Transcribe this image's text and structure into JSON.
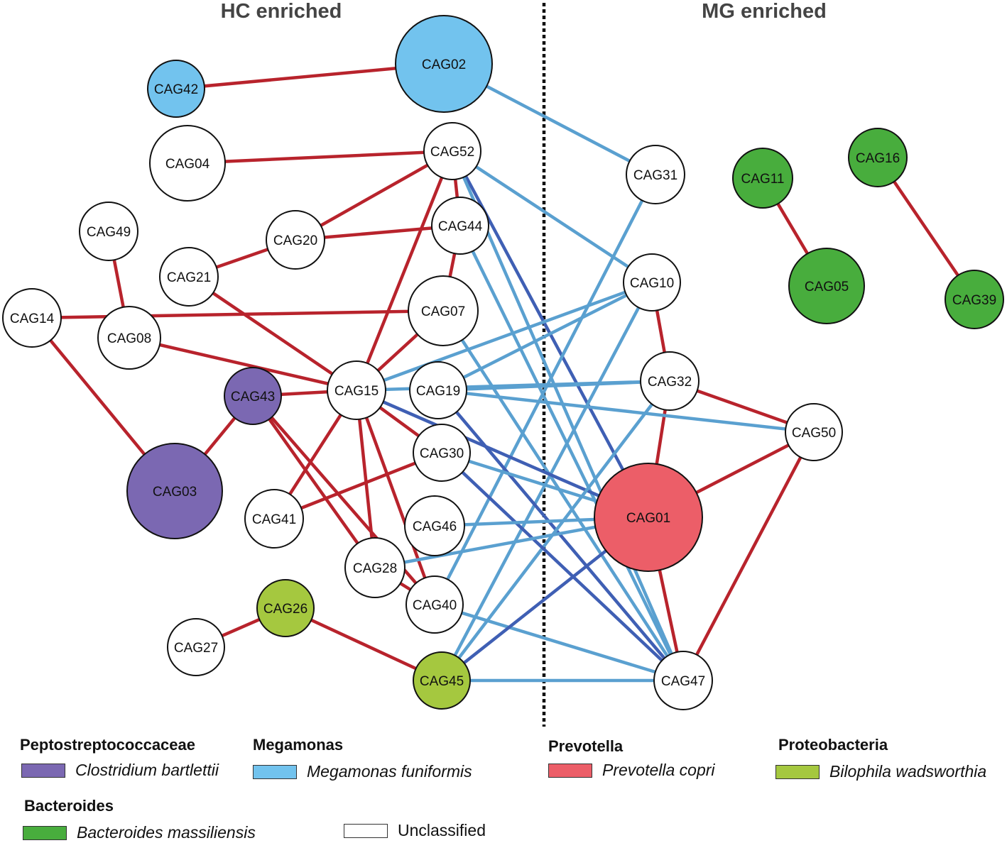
{
  "headings": {
    "left": "HC enriched",
    "right": "MG enriched"
  },
  "colors": {
    "positive_edge": "#b8232c",
    "negative_edge_light": "#5aa0d0",
    "negative_edge_dark": "#3f5fb4",
    "clostridium": "#7b68b2",
    "megamonas": "#72c3ee",
    "prevotella": "#ec5e68",
    "bilophila": "#a5c83f",
    "bacteroides": "#48ad3d",
    "unclassified": "#ffffff"
  },
  "nodes": [
    {
      "id": "CAG02",
      "label": "CAG02",
      "group": "megamonas"
    },
    {
      "id": "CAG42",
      "label": "CAG42",
      "group": "megamonas"
    },
    {
      "id": "CAG04",
      "label": "CAG04",
      "group": "unclassified"
    },
    {
      "id": "CAG52",
      "label": "CAG52",
      "group": "unclassified"
    },
    {
      "id": "CAG31",
      "label": "CAG31",
      "group": "unclassified"
    },
    {
      "id": "CAG11",
      "label": "CAG11",
      "group": "bacteroides"
    },
    {
      "id": "CAG16",
      "label": "CAG16",
      "group": "bacteroides"
    },
    {
      "id": "CAG05",
      "label": "CAG05",
      "group": "bacteroides"
    },
    {
      "id": "CAG39",
      "label": "CAG39",
      "group": "bacteroides"
    },
    {
      "id": "CAG49",
      "label": "CAG49",
      "group": "unclassified"
    },
    {
      "id": "CAG20",
      "label": "CAG20",
      "group": "unclassified"
    },
    {
      "id": "CAG44",
      "label": "CAG44",
      "group": "unclassified"
    },
    {
      "id": "CAG21",
      "label": "CAG21",
      "group": "unclassified"
    },
    {
      "id": "CAG10",
      "label": "CAG10",
      "group": "unclassified"
    },
    {
      "id": "CAG14",
      "label": "CAG14",
      "group": "unclassified"
    },
    {
      "id": "CAG08",
      "label": "CAG08",
      "group": "unclassified"
    },
    {
      "id": "CAG07",
      "label": "CAG07",
      "group": "unclassified"
    },
    {
      "id": "CAG43",
      "label": "CAG43",
      "group": "clostridium"
    },
    {
      "id": "CAG15",
      "label": "CAG15",
      "group": "unclassified"
    },
    {
      "id": "CAG19",
      "label": "CAG19",
      "group": "unclassified"
    },
    {
      "id": "CAG32",
      "label": "CAG32",
      "group": "unclassified"
    },
    {
      "id": "CAG50",
      "label": "CAG50",
      "group": "unclassified"
    },
    {
      "id": "CAG30",
      "label": "CAG30",
      "group": "unclassified"
    },
    {
      "id": "CAG03",
      "label": "CAG03",
      "group": "clostridium"
    },
    {
      "id": "CAG41",
      "label": "CAG41",
      "group": "unclassified"
    },
    {
      "id": "CAG46",
      "label": "CAG46",
      "group": "unclassified"
    },
    {
      "id": "CAG01",
      "label": "CAG01",
      "group": "prevotella"
    },
    {
      "id": "CAG28",
      "label": "CAG28",
      "group": "unclassified"
    },
    {
      "id": "CAG40",
      "label": "CAG40",
      "group": "unclassified"
    },
    {
      "id": "CAG26",
      "label": "CAG26",
      "group": "bilophila"
    },
    {
      "id": "CAG27",
      "label": "CAG27",
      "group": "unclassified"
    },
    {
      "id": "CAG45",
      "label": "CAG45",
      "group": "bilophila"
    },
    {
      "id": "CAG47",
      "label": "CAG47",
      "group": "unclassified"
    }
  ],
  "edges": [
    {
      "source": "CAG42",
      "target": "CAG02",
      "kind": "positive"
    },
    {
      "source": "CAG04",
      "target": "CAG52",
      "kind": "positive"
    },
    {
      "source": "CAG52",
      "target": "CAG20",
      "kind": "positive"
    },
    {
      "source": "CAG52",
      "target": "CAG15",
      "kind": "positive"
    },
    {
      "source": "CAG52",
      "target": "CAG44",
      "kind": "positive"
    },
    {
      "source": "CAG44",
      "target": "CAG20",
      "kind": "positive"
    },
    {
      "source": "CAG44",
      "target": "CAG07",
      "kind": "positive"
    },
    {
      "source": "CAG20",
      "target": "CAG21",
      "kind": "positive"
    },
    {
      "source": "CAG21",
      "target": "CAG15",
      "kind": "positive"
    },
    {
      "source": "CAG49",
      "target": "CAG08",
      "kind": "positive"
    },
    {
      "source": "CAG14",
      "target": "CAG07",
      "kind": "positive"
    },
    {
      "source": "CAG14",
      "target": "CAG03",
      "kind": "positive"
    },
    {
      "source": "CAG08",
      "target": "CAG15",
      "kind": "positive"
    },
    {
      "source": "CAG43",
      "target": "CAG15",
      "kind": "positive"
    },
    {
      "source": "CAG43",
      "target": "CAG03",
      "kind": "positive"
    },
    {
      "source": "CAG43",
      "target": "CAG28",
      "kind": "positive"
    },
    {
      "source": "CAG43",
      "target": "CAG40",
      "kind": "positive"
    },
    {
      "source": "CAG07",
      "target": "CAG15",
      "kind": "positive"
    },
    {
      "source": "CAG15",
      "target": "CAG41",
      "kind": "positive"
    },
    {
      "source": "CAG15",
      "target": "CAG28",
      "kind": "positive"
    },
    {
      "source": "CAG15",
      "target": "CAG40",
      "kind": "positive"
    },
    {
      "source": "CAG15",
      "target": "CAG30",
      "kind": "positive"
    },
    {
      "source": "CAG30",
      "target": "CAG41",
      "kind": "positive"
    },
    {
      "source": "CAG28",
      "target": "CAG40",
      "kind": "positive"
    },
    {
      "source": "CAG26",
      "target": "CAG27",
      "kind": "positive"
    },
    {
      "source": "CAG26",
      "target": "CAG45",
      "kind": "positive"
    },
    {
      "source": "CAG11",
      "target": "CAG05",
      "kind": "positive"
    },
    {
      "source": "CAG16",
      "target": "CAG39",
      "kind": "positive"
    },
    {
      "source": "CAG10",
      "target": "CAG32",
      "kind": "positive"
    },
    {
      "source": "CAG32",
      "target": "CAG01",
      "kind": "positive"
    },
    {
      "source": "CAG32",
      "target": "CAG50",
      "kind": "positive"
    },
    {
      "source": "CAG50",
      "target": "CAG01",
      "kind": "positive"
    },
    {
      "source": "CAG50",
      "target": "CAG47",
      "kind": "positive"
    },
    {
      "source": "CAG01",
      "target": "CAG47",
      "kind": "positive"
    },
    {
      "source": "CAG02",
      "target": "CAG31",
      "kind": "negative"
    },
    {
      "source": "CAG52",
      "target": "CAG10",
      "kind": "negative"
    },
    {
      "source": "CAG52",
      "target": "CAG01",
      "kind": "negative-dark"
    },
    {
      "source": "CAG52",
      "target": "CAG47",
      "kind": "negative"
    },
    {
      "source": "CAG44",
      "target": "CAG47",
      "kind": "negative"
    },
    {
      "source": "CAG31",
      "target": "CAG40",
      "kind": "negative"
    },
    {
      "source": "CAG10",
      "target": "CAG15",
      "kind": "negative"
    },
    {
      "source": "CAG10",
      "target": "CAG19",
      "kind": "negative"
    },
    {
      "source": "CAG10",
      "target": "CAG45",
      "kind": "negative"
    },
    {
      "source": "CAG07",
      "target": "CAG47",
      "kind": "negative"
    },
    {
      "source": "CAG19",
      "target": "CAG32",
      "kind": "negative"
    },
    {
      "source": "CAG19",
      "target": "CAG50",
      "kind": "negative"
    },
    {
      "source": "CAG19",
      "target": "CAG47",
      "kind": "negative-dark"
    },
    {
      "source": "CAG15",
      "target": "CAG32",
      "kind": "negative"
    },
    {
      "source": "CAG15",
      "target": "CAG01",
      "kind": "negative-dark"
    },
    {
      "source": "CAG32",
      "target": "CAG45",
      "kind": "negative"
    },
    {
      "source": "CAG30",
      "target": "CAG01",
      "kind": "negative"
    },
    {
      "source": "CAG30",
      "target": "CAG47",
      "kind": "negative-dark"
    },
    {
      "source": "CAG46",
      "target": "CAG01",
      "kind": "negative"
    },
    {
      "source": "CAG28",
      "target": "CAG01",
      "kind": "negative"
    },
    {
      "source": "CAG40",
      "target": "CAG47",
      "kind": "negative"
    },
    {
      "source": "CAG45",
      "target": "CAG01",
      "kind": "negative-dark"
    },
    {
      "source": "CAG45",
      "target": "CAG47",
      "kind": "negative"
    }
  ],
  "legend": {
    "groups": [
      {
        "key": "peptostreptococcaceae",
        "title": "Peptostreptococcaceae",
        "label": "Clostridium bartlettii",
        "color": "#7b68b2",
        "italic": true
      },
      {
        "key": "megamonas",
        "title": "Megamonas",
        "label": "Megamonas funiformis",
        "color": "#72c3ee",
        "italic": true
      },
      {
        "key": "prevotella",
        "title": "Prevotella",
        "label": "Prevotella copri",
        "color": "#ec5e68",
        "italic": true
      },
      {
        "key": "proteobacteria",
        "title": "Proteobacteria",
        "label": "Bilophila wadsworthia",
        "color": "#a5c83f",
        "italic": true
      },
      {
        "key": "bacteroides",
        "title": "Bacteroides",
        "label": "Bacteroides massiliensis",
        "color": "#48ad3d",
        "italic": true
      },
      {
        "key": "unclassified",
        "title": "",
        "label": "Unclassified",
        "color": "#ffffff",
        "italic": false
      }
    ]
  }
}
